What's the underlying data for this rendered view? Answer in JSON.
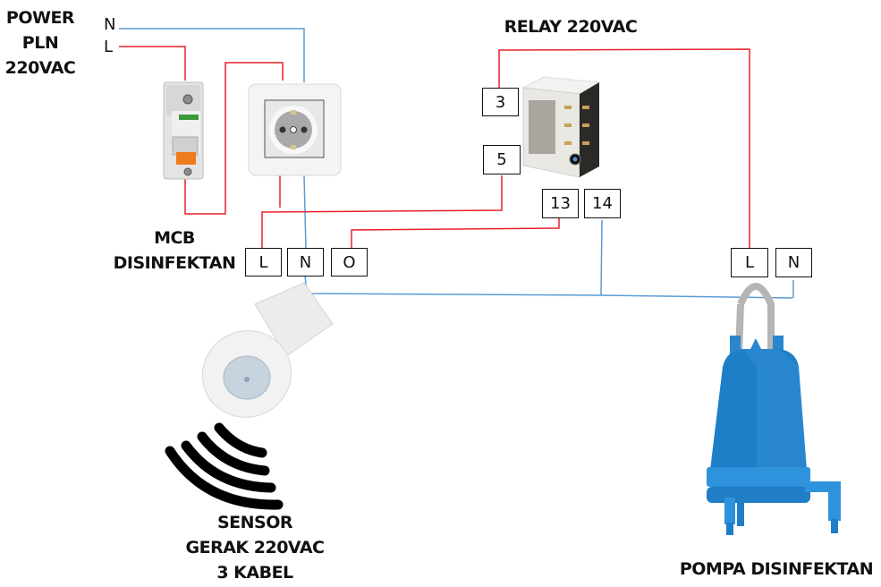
{
  "labels": {
    "power_source": [
      "POWER",
      "PLN",
      "220VAC"
    ],
    "mcb": [
      "MCB",
      "DISINFEKTAN"
    ],
    "relay": "RELAY 220VAC",
    "sensor": [
      "SENSOR",
      "GERAK 220VAC",
      "3 KABEL"
    ],
    "pump": "POMPA DISINFEKTAN"
  },
  "source_lines": {
    "neutral": "N",
    "live": "L"
  },
  "terminals": {
    "sensor": [
      "L",
      "N",
      "O"
    ],
    "relay_coil_contacts": [
      "3",
      "5"
    ],
    "relay_coil": [
      "13",
      "14"
    ],
    "pump": [
      "L",
      "N"
    ]
  },
  "wire_colors": {
    "live": "#e8202a",
    "neutral": "#5b9bd5"
  },
  "component_colors": {
    "pump_body": "#1e7fc8",
    "mcb_handle": "#f07b1c"
  }
}
